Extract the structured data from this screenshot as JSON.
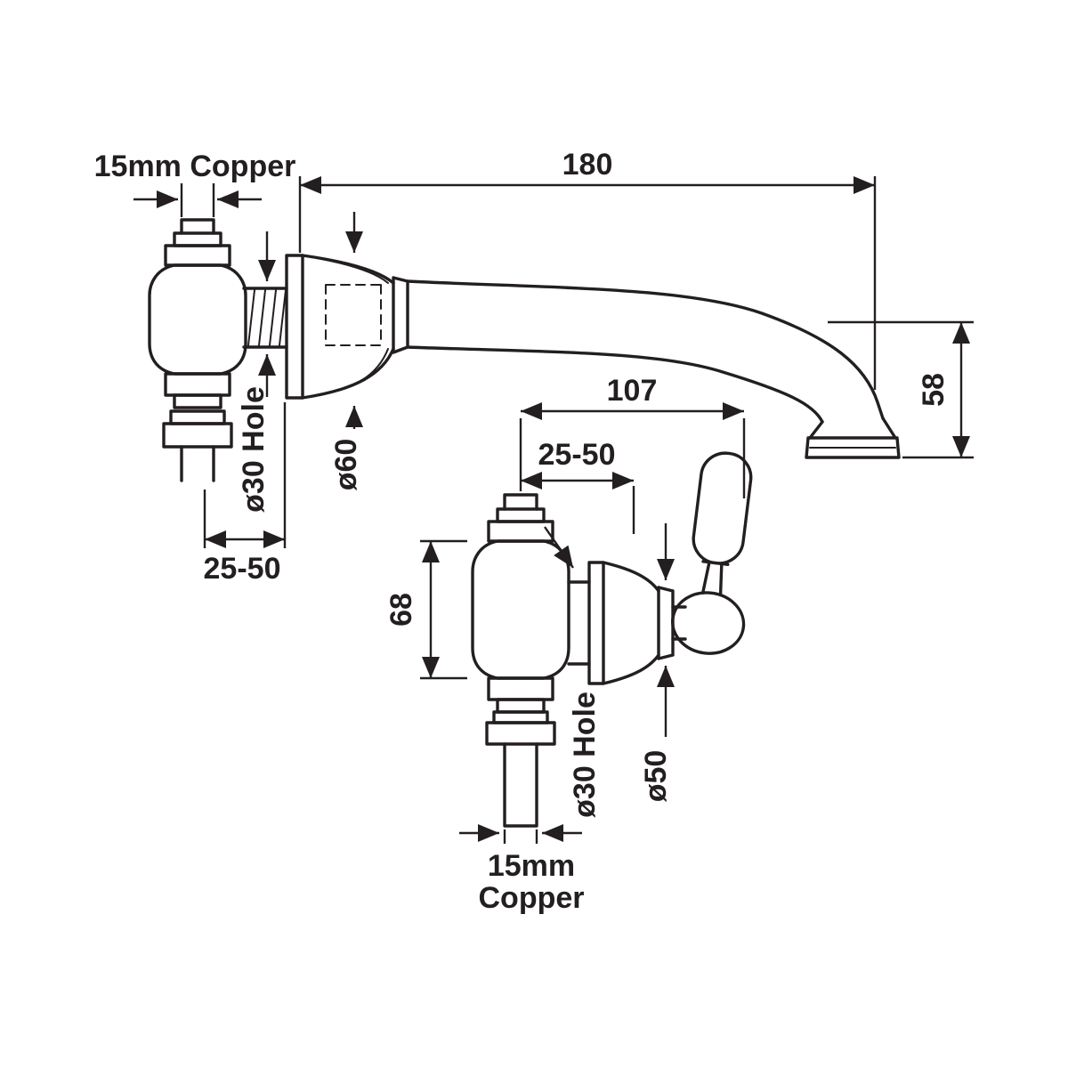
{
  "page": {
    "background": "#ffffff",
    "stroke_color": "#231f20"
  },
  "diagram": {
    "type": "technical_drawing",
    "subject": "wall-mounted-tap-dimension-drawing",
    "top_view": {
      "copper_label": "15mm Copper",
      "spout_reach": "180",
      "spout_drop": "58",
      "flange_diameter": "ø60",
      "wall_hole": "ø30 Hole",
      "wall_thickness": "25-50"
    },
    "bottom_view": {
      "overall_depth": "107",
      "wall_thickness": "25-50",
      "body_height": "68",
      "wall_hole": "ø30 Hole",
      "flange_diameter": "ø50",
      "copper_line1": "15mm",
      "copper_line2": "Copper"
    }
  }
}
